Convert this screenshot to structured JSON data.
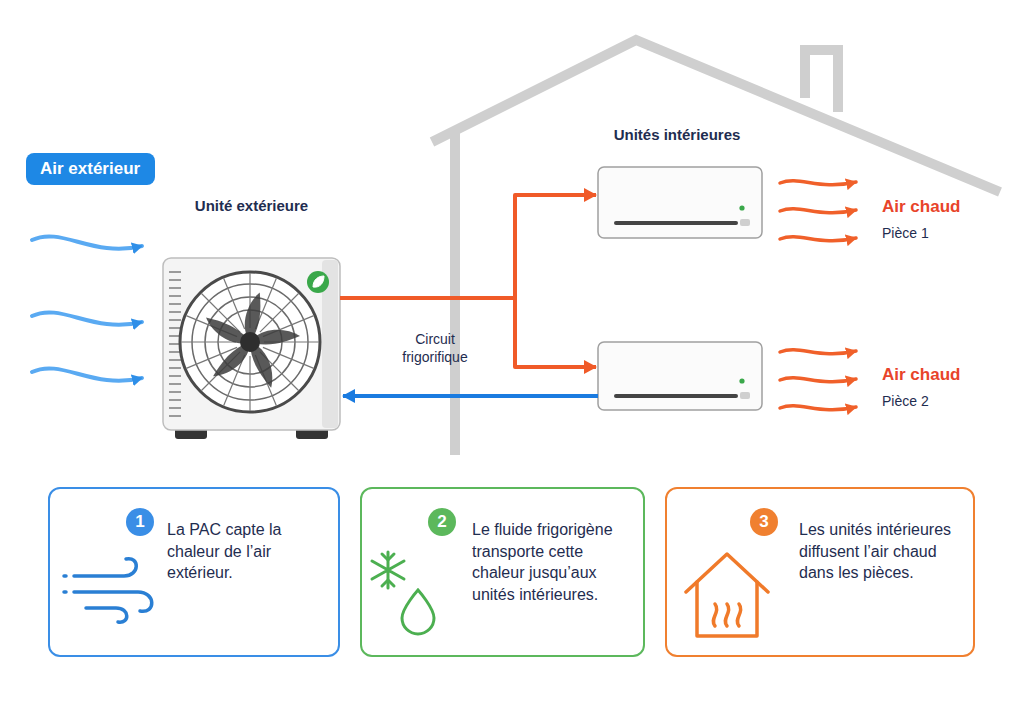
{
  "diagram": {
    "nodes": [
      {
        "text": [
          "Air extérieur"
        ]
      },
      {
        "text": [
          "Unité extérieure"
        ]
      },
      {
        "text": [
          "Air chaud",
          "Pièce 1"
        ]
      },
      {
        "text": [
          "Air chaud",
          "Pièce 2"
        ]
      },
      {
        "text": [
          "1",
          "La PAC capte la chaleur de l’air extérieur."
        ]
      },
      {
        "text": [
          "2",
          "Le fluide frigorigène transporte cette chaleur jusqu’aux unités intérieures."
        ]
      },
      {
        "text": [
          "3",
          "Les unités intérieures diffusent l’air chaud dans les pièces."
        ]
      }
    ],
    "edges": [
      {
        "from": 1,
        "to": 2,
        "arrow": "to"
      },
      {
        "from": 1,
        "to": 3,
        "arrow": "to"
      },
      {
        "from": 3,
        "to": 1,
        "arrow": "to"
      }
    ],
    "labels": [
      "Unités intérieures",
      "Circuit frigorifique"
    ]
  }
}
